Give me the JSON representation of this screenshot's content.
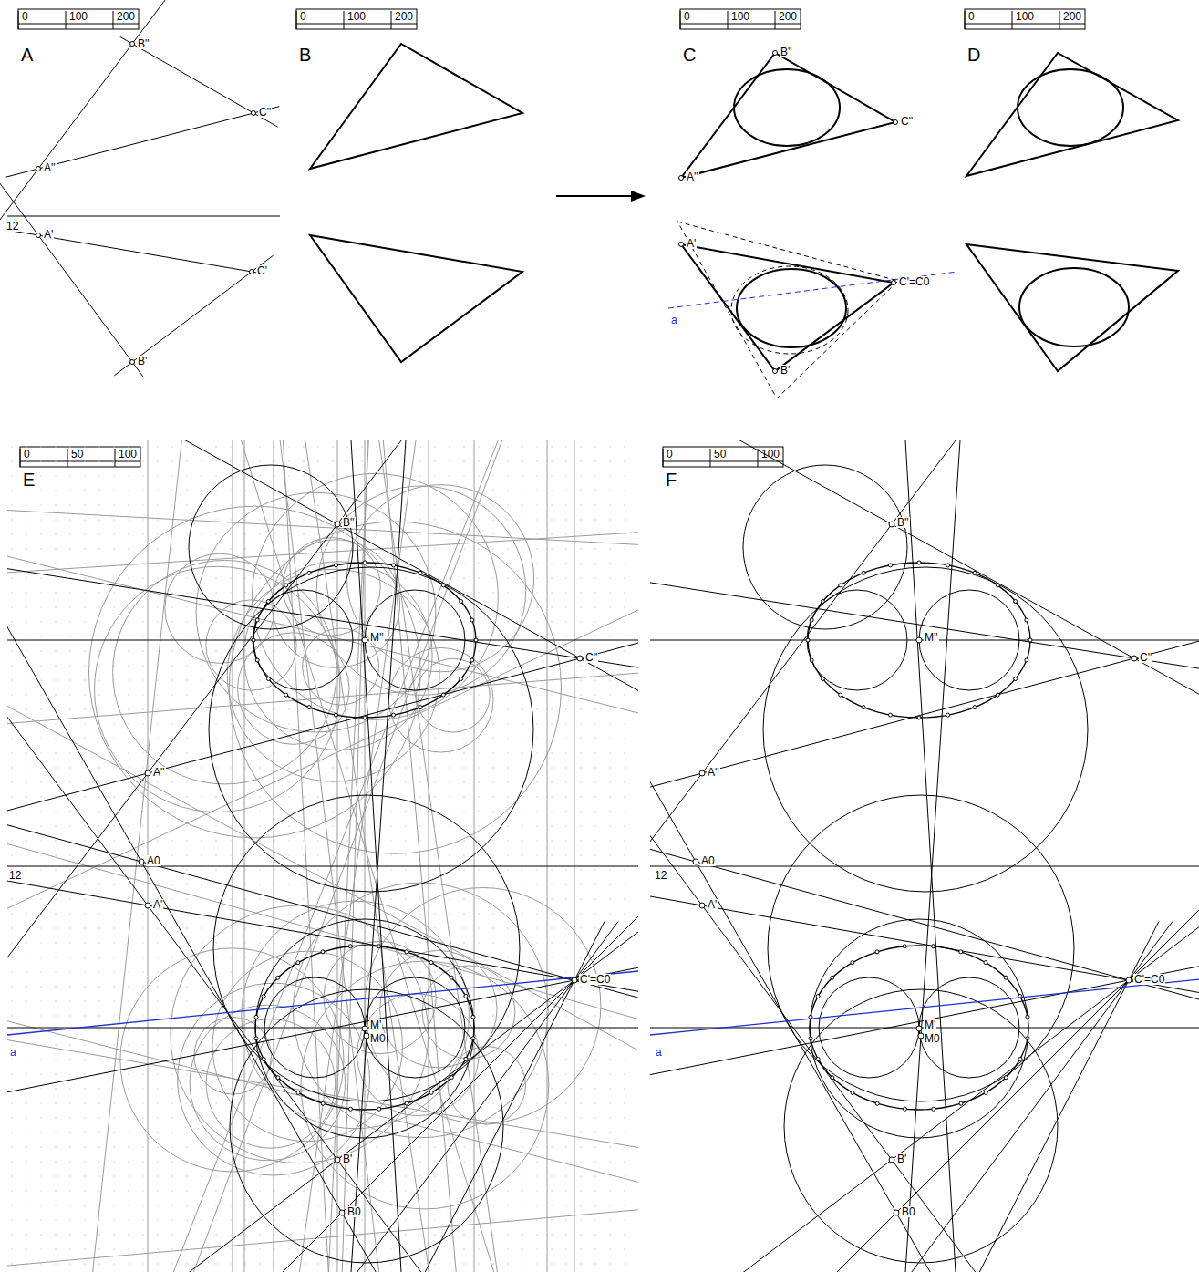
{
  "diagram": {
    "labels": [
      "0",
      "100",
      "200",
      "A",
      "B''",
      "C''",
      "A''",
      "12",
      "A'",
      "C'",
      "B'",
      "0",
      "100",
      "200",
      "B",
      "0",
      "100",
      "200",
      "C",
      "B''",
      "C''",
      "A''",
      "A'",
      "C'=C0",
      "a",
      "B'",
      "0",
      "100",
      "200",
      "D",
      "0",
      "50",
      "100",
      "E",
      "B''",
      "M''",
      "C''",
      "A''",
      "A0",
      "12",
      "A'",
      "C'=C0",
      "M'",
      "M0",
      "a",
      "B'",
      "B0",
      "0",
      "50",
      "100",
      "F",
      "B''",
      "M''",
      "C''",
      "A''",
      "A0",
      "12",
      "A'",
      "C'=C0",
      "M'",
      "M0",
      "a",
      "B'",
      "B0"
    ]
  }
}
